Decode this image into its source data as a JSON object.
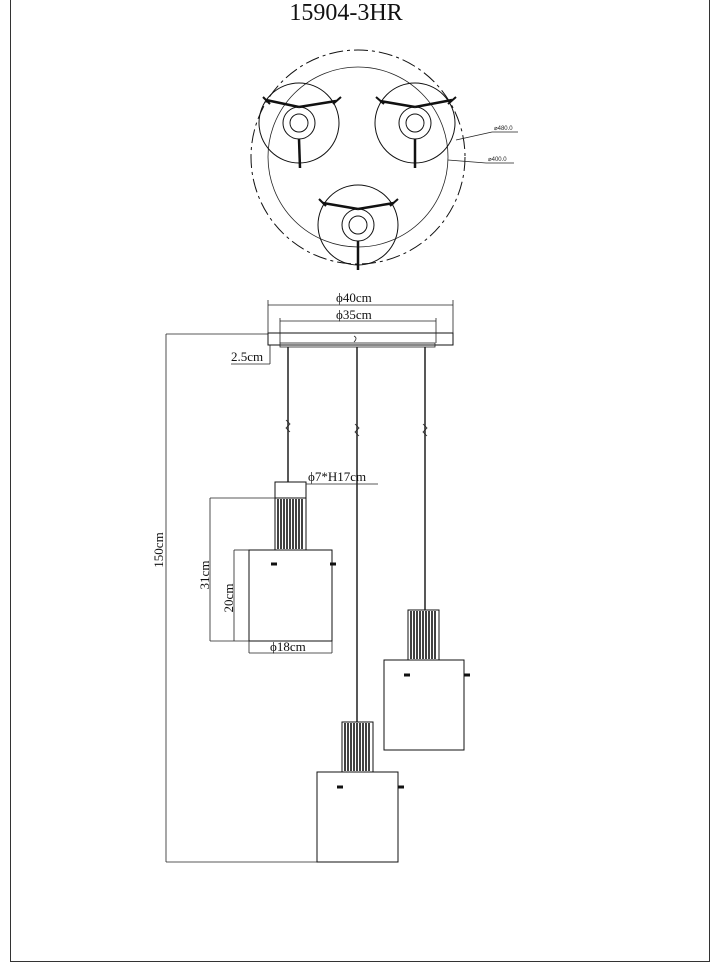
{
  "title": "15904-3HR",
  "top_view": {
    "diameter_inner": "⌀480.0",
    "diameter_outer": "⌀400.0"
  },
  "dimensions": {
    "canopy_outer": "ϕ40cm",
    "canopy_inner": "ϕ35cm",
    "canopy_height": "2.5cm",
    "holder": "ϕ7*H17cm",
    "total_height": "150cm",
    "shade_total": "31cm",
    "shade_height": "20cm",
    "shade_diameter": "ϕ18cm"
  }
}
